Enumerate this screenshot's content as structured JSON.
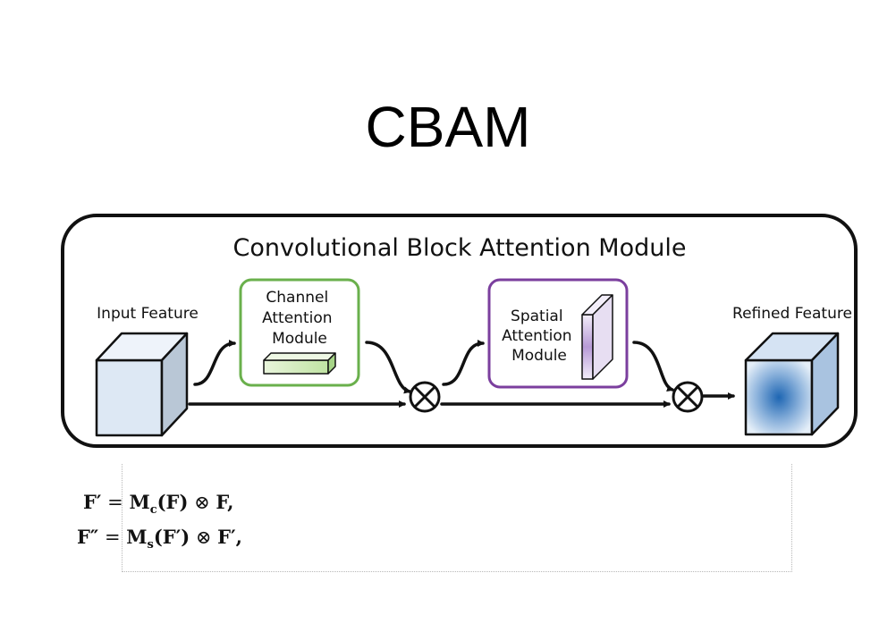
{
  "slide": {
    "title": "CBAM"
  },
  "diagram": {
    "title": "Convolutional Block Attention Module",
    "input_label": "Input Feature",
    "output_label": "Refined Feature",
    "channel_module": [
      "Channel",
      "Attention",
      "Module"
    ],
    "spatial_module": [
      "Spatial",
      "Attention",
      "Module"
    ],
    "multiply_symbol": "⊗"
  },
  "equations": {
    "eq1": {
      "lhs": "F′",
      "eq": "=",
      "m": "M",
      "sub": "c",
      "arg": "(F)",
      "op": "⊗",
      "rhs": "F,",
      "rhs_end": ""
    },
    "eq2": {
      "lhs": "F″",
      "eq": "=",
      "m": "M",
      "sub": "s",
      "arg": "(F′)",
      "op": "⊗",
      "rhs": "F′,",
      "rhs_end": ""
    }
  },
  "colors": {
    "channel_border": "#6ab04c",
    "spatial_border": "#7b3f9e",
    "cube_light": "#dde8f4",
    "cube_dark": "#1e66b3"
  }
}
